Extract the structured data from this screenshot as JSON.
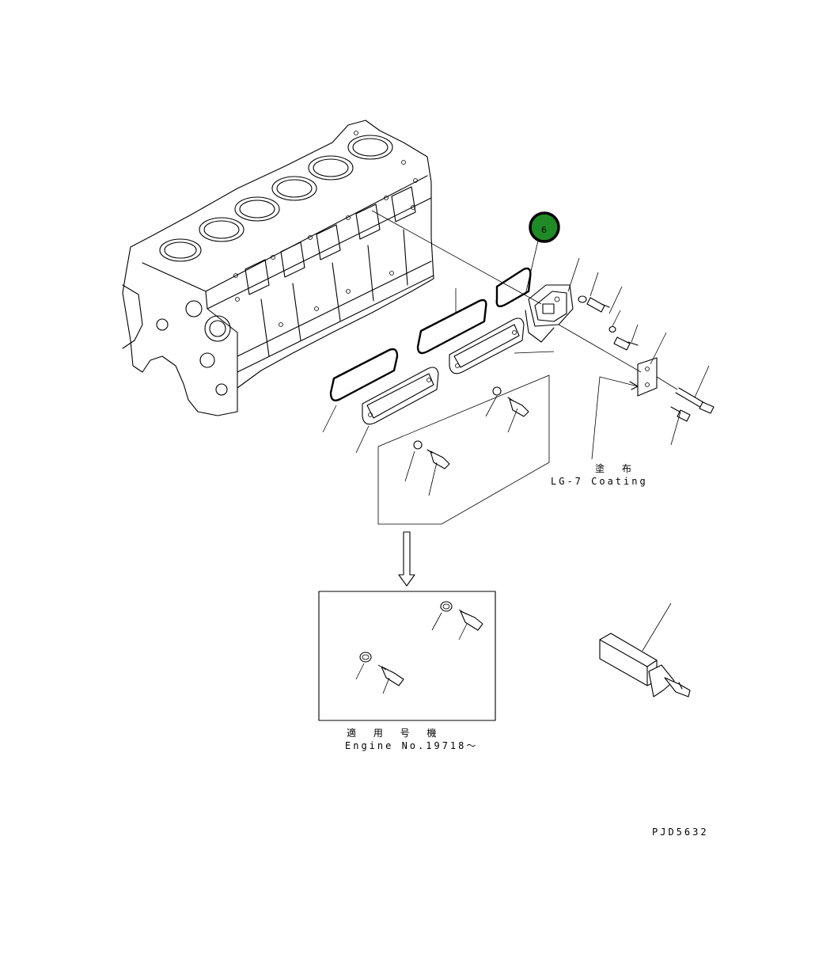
{
  "callout": {
    "number": "6"
  },
  "labels": {
    "coating_jp": "塗 布",
    "coating_en": "LG-7 Coating",
    "engine_jp": "適 用 号 機",
    "engine_en": "Engine No.19718～",
    "drawing_code": "PJD5632"
  },
  "colors": {
    "callout_fill": "#1f8a26",
    "line": "#000000",
    "background": "#ffffff"
  },
  "icons": {
    "callout": "circle-number-badge",
    "arrow": "outline-down-arrow"
  }
}
